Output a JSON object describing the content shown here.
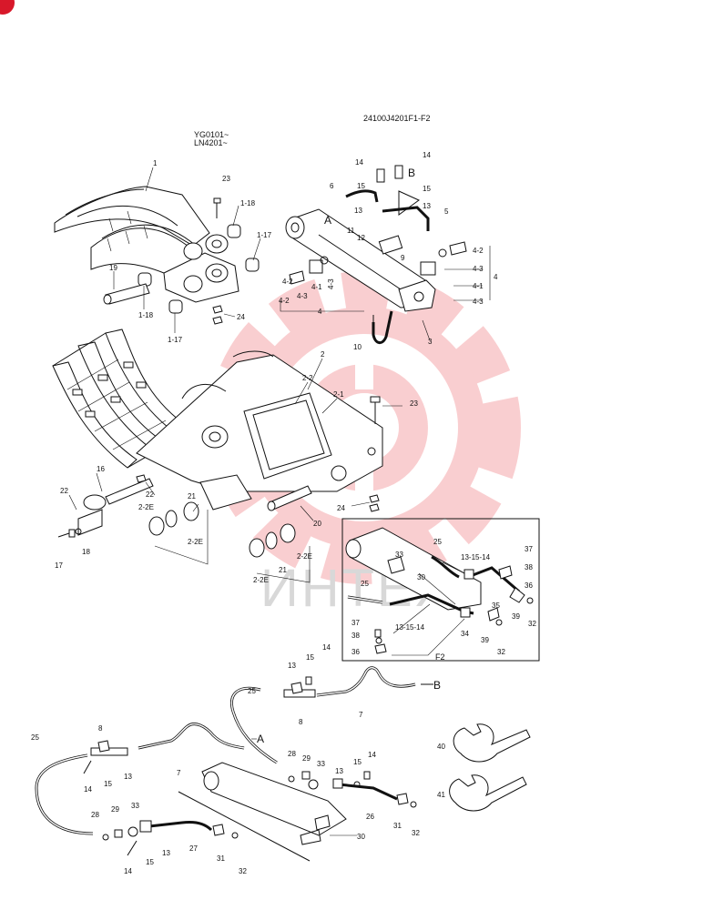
{
  "header": {
    "drawing_code": "24100J4201F1-F2",
    "serial_line_1": "YG0101~",
    "serial_line_2": "LN4201~"
  },
  "watermark": {
    "text": "ИНТЕХ",
    "color": "#e8262c"
  },
  "callouts": {
    "upper": [
      "1",
      "23",
      "1-18",
      "1-17",
      "19",
      "1-18",
      "1-17",
      "24"
    ],
    "cylinder": [
      "14",
      "14",
      "B",
      "15",
      "15",
      "6",
      "13",
      "13",
      "5",
      "A",
      "11",
      "12",
      "9",
      "4-2",
      "4-3",
      "4-2",
      "4-1",
      "4-3",
      "4-1",
      "4-3",
      "4-2",
      "4-3",
      "4",
      "10",
      "3",
      "4"
    ],
    "frame": [
      "2",
      "2-2",
      "2-1",
      "23",
      "16",
      "22",
      "22",
      "21",
      "2-2E",
      "2-2E",
      "24",
      "20",
      "2-2E",
      "2-2E",
      "21",
      "17",
      "18"
    ],
    "f2_panel": [
      "25",
      "37",
      "38",
      "36",
      "33",
      "13-15-14",
      "30",
      "25",
      "35",
      "39",
      "32",
      "37",
      "38",
      "36",
      "13-15-14",
      "34",
      "39",
      "32"
    ],
    "f2_title": "F2",
    "lower": [
      "13",
      "15",
      "14",
      "25",
      "8",
      "7",
      "B",
      "A",
      "8",
      "15",
      "13",
      "25",
      "7",
      "14",
      "28",
      "29",
      "33",
      "13",
      "15",
      "14",
      "26",
      "31",
      "32",
      "28",
      "29",
      "33",
      "14",
      "15",
      "13",
      "27",
      "31",
      "32",
      "30",
      "40",
      "41"
    ]
  }
}
